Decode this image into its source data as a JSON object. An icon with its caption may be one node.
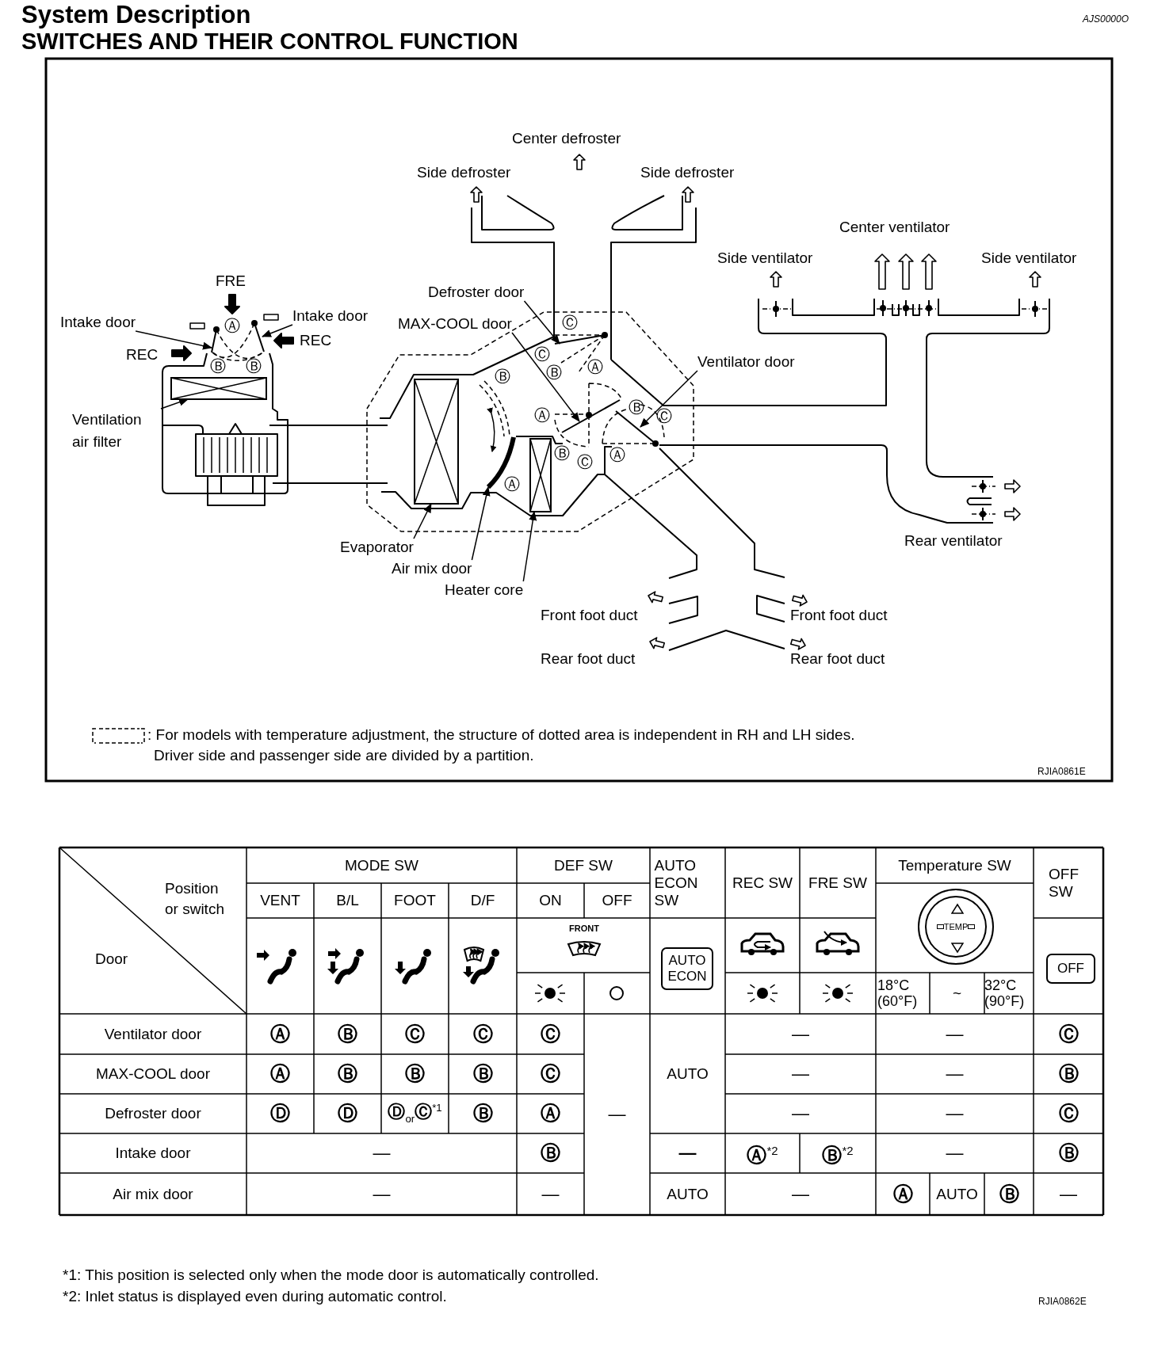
{
  "diagram": {
    "title": "System Description",
    "nodes": [
      {
        "text": [
          "Intake door"
        ]
      },
      {
        "text": [
          "Intake door"
        ]
      },
      {
        "text": [
          "Defroster door"
        ]
      },
      {
        "text": [
          "MAX-COOL door"
        ]
      },
      {
        "text": [
          "Ventilator door"
        ]
      },
      {
        "text": [
          "Ventilation air filter"
        ]
      },
      {
        "text": [
          "Evaporator"
        ]
      },
      {
        "text": [
          "Air mix door"
        ]
      },
      {
        "text": [
          "Heater core"
        ]
      },
      {
        "text": [],
        "shape": "box"
      },
      {
        "text": [],
        "shape": "bar"
      },
      {
        "text": [],
        "shape": "bar"
      },
      {
        "text": [],
        "shape": "box"
      },
      {
        "text": [],
        "shape": "bar"
      },
      {
        "text": [],
        "shape": "box"
      },
      {
        "text": [],
        "shape": "bar"
      },
      {
        "text": [],
        "shape": "bar"
      },
      {
        "text": [],
        "shape": "bar"
      }
    ],
    "edges": [
      {
        "from": 0,
        "to": 10,
        "arrow": "to"
      },
      {
        "from": 1,
        "to": 11,
        "arrow": "to"
      },
      {
        "from": 2,
        "to": 15,
        "arrow": "to"
      },
      {
        "from": 3,
        "to": 16,
        "arrow": "to"
      },
      {
        "from": 4,
        "to": 17,
        "arrow": "to"
      },
      {
        "from": 5,
        "to": 9,
        "arrow": "to"
      },
      {
        "from": 6,
        "to": 12,
        "arrow": "to"
      },
      {
        "from": 7,
        "to": 13,
        "arrow": "to"
      },
      {
        "from": 8,
        "to": 14,
        "arrow": "to"
      }
    ],
    "labels": [
      "SWITCHES AND THEIR CONTROL FUNCTION",
      "AJS0000O",
      "Center defroster",
      "Side defroster",
      "Side defroster",
      "Center ventilator",
      "Side ventilator",
      "Side ventilator",
      "FRE",
      "REC",
      "REC",
      "Ⓐ",
      "Ⓒ",
      "Ⓒ",
      "Ⓑ",
      "Ⓑ",
      "Ⓑ",
      "Ⓑ",
      "Ⓐ",
      "Ⓐ",
      "Ⓑ",
      "Ⓒ",
      "Ⓑ",
      "Ⓒ",
      "Ⓐ",
      "Ⓐ",
      "Rear ventilator",
      "Front foot duct",
      "Front foot duct",
      "Rear foot duct",
      "Rear foot duct",
      "RJIA0861E",
      "Position or switch",
      "MODE SW",
      "DEF SW",
      "AUTO ECON SW",
      "REC SW",
      "FRE SW",
      "Temperature SW",
      "OFF SW",
      "VENT",
      "B/L",
      "FOOT",
      "D/F",
      "ON",
      "OFF",
      "Door",
      "FRONT",
      "TEMP",
      "AUTO ECON",
      "OFF",
      "18°C (60°F)",
      "~",
      "32°C (90°F)",
      "Ventilator door",
      "Ⓐ",
      "Ⓑ",
      "Ⓒ",
      "Ⓒ",
      "Ⓒ",
      "—",
      "—",
      "Ⓒ",
      "MAX-COOL door",
      "Ⓐ",
      "Ⓑ",
      "Ⓑ",
      "Ⓑ",
      "Ⓒ",
      "AUTO",
      "—",
      "—",
      "Ⓑ",
      "Defroster door",
      "Ⓓ",
      "Ⓓ",
      "Ⓓ$_{or}$Ⓒ$^{*1}$",
      "Ⓑ",
      "Ⓐ",
      "—",
      "—",
      "—",
      "Ⓒ",
      "Intake door",
      "—",
      "Ⓑ",
      "—",
      "Ⓐ$^{*2}$",
      "Ⓑ$^{*2}$",
      "—",
      "Ⓑ",
      "Air mix door",
      "—",
      "—",
      "AUTO",
      "—",
      "Ⓐ",
      "AUTO",
      "Ⓑ",
      "—",
      "*1: This position is selected only when the mode door is automatically controlled.",
      "*2: Inlet status is displayed even during automatic control.",
      "RJIA0862E"
    ],
    "legend": [
      {
        "text": ": For models with temperature adjustment, the structure of dotted area is independent in RH and LH sides. Driver side and passenger side are divided by a partition."
      }
    ]
  }
}
